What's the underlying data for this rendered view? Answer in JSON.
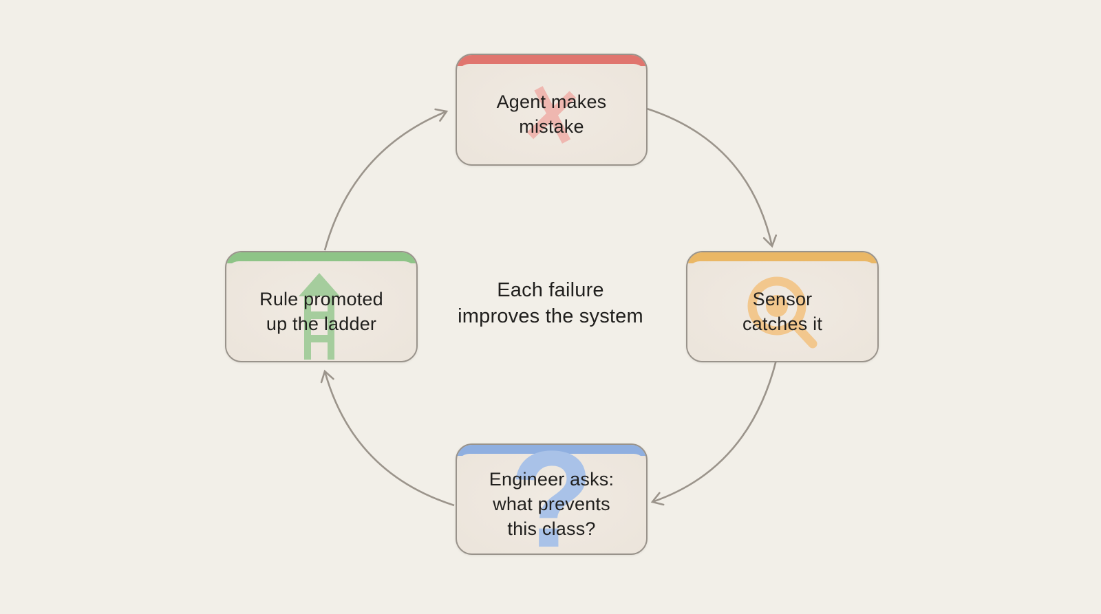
{
  "colors": {
    "background": "#f2efe8",
    "node_fill": "#ebe3da",
    "node_border": "#99938b",
    "arrow": "#9b948b",
    "text": "#201f1d",
    "accent_red": "#e0756e",
    "accent_orange": "#eab765",
    "accent_blue": "#8fafe0",
    "accent_green": "#8ec487",
    "x_icon": "#efb7b0",
    "magnifier_icon": "#f2c78d",
    "question_icon": "#a9c2e8",
    "ladder_icon": "#a5cd9d"
  },
  "center_label": {
    "lines": [
      "Each failure",
      "improves the system"
    ]
  },
  "nodes": [
    {
      "id": "agent-makes-mistake",
      "position": "top",
      "accent": "#e0756e",
      "icon": "x-mark-icon",
      "lines": [
        "Agent makes",
        "mistake"
      ]
    },
    {
      "id": "sensor-catches-it",
      "position": "right",
      "accent": "#eab765",
      "icon": "magnifier-icon",
      "lines": [
        "Sensor",
        "catches it"
      ]
    },
    {
      "id": "engineer-asks",
      "position": "bottom",
      "accent": "#8fafe0",
      "icon": "question-mark-icon",
      "lines": [
        "Engineer asks:",
        "what prevents",
        "this class?"
      ]
    },
    {
      "id": "rule-promoted",
      "position": "left",
      "accent": "#8ec487",
      "icon": "ladder-up-icon",
      "lines": [
        "Rule promoted",
        "up the ladder"
      ]
    }
  ],
  "icons": {
    "question_glyph": "?"
  },
  "arrows": [
    {
      "from": "rule-promoted",
      "to": "agent-makes-mistake"
    },
    {
      "from": "agent-makes-mistake",
      "to": "sensor-catches-it"
    },
    {
      "from": "sensor-catches-it",
      "to": "engineer-asks"
    },
    {
      "from": "engineer-asks",
      "to": "rule-promoted"
    }
  ]
}
